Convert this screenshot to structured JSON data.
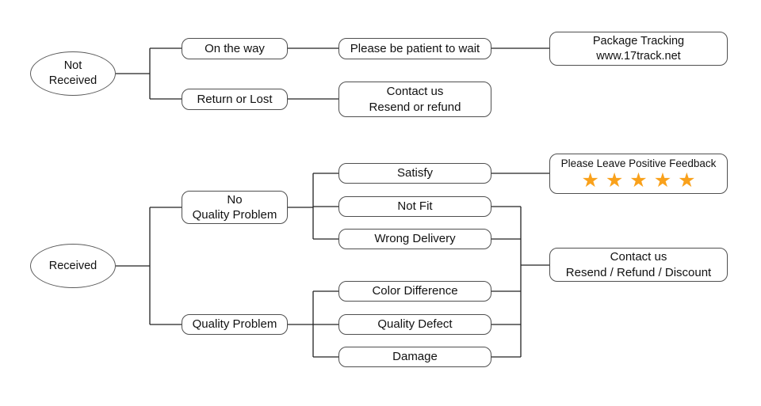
{
  "nodes": {
    "not_received": {
      "line1": "Not",
      "line2": "Received"
    },
    "on_the_way": {
      "label": "On the way"
    },
    "be_patient": {
      "label": "Please be patient to wait"
    },
    "package_tracking": {
      "line1": "Package Tracking",
      "line2": "www.17track.net"
    },
    "return_or_lost": {
      "label": "Return or Lost"
    },
    "contact_resend_refund": {
      "line1": "Contact us",
      "line2": "Resend or refund"
    },
    "received": {
      "label": "Received"
    },
    "no_quality_problem": {
      "line1": "No",
      "line2": "Quality Problem"
    },
    "satisfy": {
      "label": "Satisfy"
    },
    "not_fit": {
      "label": "Not Fit"
    },
    "wrong_delivery": {
      "label": "Wrong Delivery"
    },
    "positive_feedback": {
      "label": "Please Leave Positive Feedback",
      "star_icon": "★",
      "star_count": 5
    },
    "quality_problem": {
      "label": "Quality Problem"
    },
    "color_difference": {
      "label": "Color Difference"
    },
    "quality_defect": {
      "label": "Quality Defect"
    },
    "damage": {
      "label": "Damage"
    },
    "contact_resend_refund_discount": {
      "line1": "Contact us",
      "line2": "Resend / Refund / Discount"
    }
  },
  "colors": {
    "star": "#F9A11B",
    "box_border": "#4f4f4f",
    "connector": "#222222",
    "text": "#111111",
    "background": "#ffffff"
  }
}
